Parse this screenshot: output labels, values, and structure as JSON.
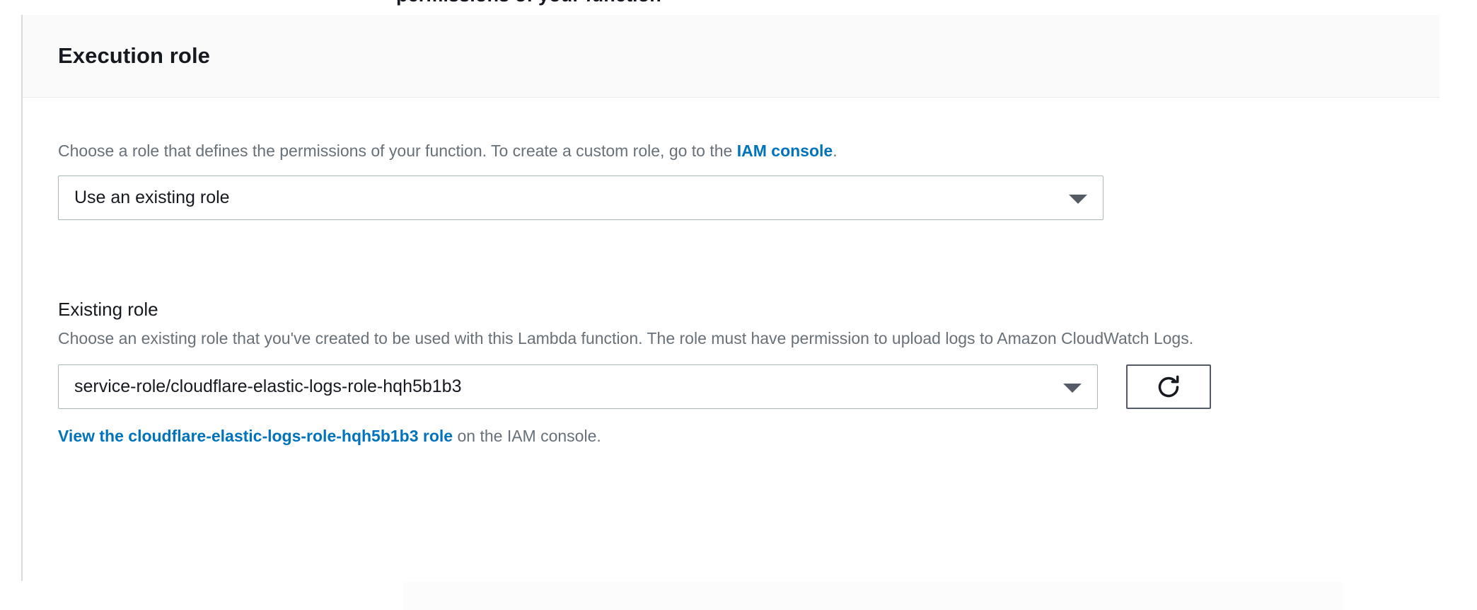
{
  "clipped_top_text": "permissions of your function",
  "card": {
    "title": "Execution role",
    "role_type": {
      "description_prefix": "Choose a role that defines the permissions of your function. To create a custom role, go to the ",
      "link_text": "IAM console",
      "description_suffix": ".",
      "selected_value": "Use an existing role",
      "caret_icon": "chevron-down-icon"
    },
    "existing_role": {
      "label": "Existing role",
      "description": "Choose an existing role that you've created to be used with this Lambda function. The role must have permission to upload logs to Amazon CloudWatch Logs.",
      "selected_value": "service-role/cloudflare-elastic-logs-role-hqh5b1b3",
      "caret_icon": "chevron-down-icon",
      "refresh_icon": "refresh-icon",
      "view_link_text": "View the cloudflare-elastic-logs-role-hqh5b1b3 role",
      "view_link_suffix": " on the IAM console."
    }
  },
  "colors": {
    "link": "#0073bb",
    "text": "#16191f",
    "muted": "#687078",
    "border": "#aab7b8",
    "header_bg": "#fafafa",
    "button_border": "#545b64"
  }
}
